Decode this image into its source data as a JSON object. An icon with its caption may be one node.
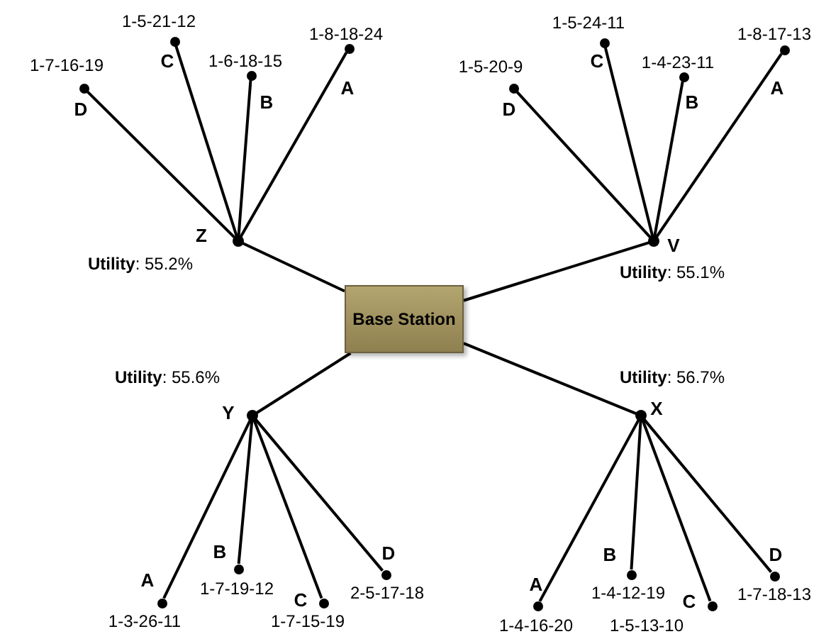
{
  "diagram": {
    "nodes": [
      {
        "text": [
          "Base Station"
        ]
      },
      {
        "text": [],
        "shape": "circle",
        "beside": [
          "Z",
          "**Utility**: 55.2%"
        ]
      },
      {
        "text": [],
        "shape": "circle",
        "beside": [
          "1-7-16-19",
          "D"
        ]
      },
      {
        "text": [],
        "shape": "circle",
        "beside": [
          "1-5-21-12",
          "C"
        ]
      },
      {
        "text": [],
        "shape": "circle",
        "beside": [
          "1-6-18-15",
          "B"
        ]
      },
      {
        "text": [],
        "shape": "circle",
        "beside": [
          "1-8-18-24",
          "A"
        ]
      },
      {
        "text": [],
        "shape": "circle",
        "beside": [
          "V",
          "**Utility**: 55.1%"
        ]
      },
      {
        "text": [],
        "shape": "circle",
        "beside": [
          "1-5-20-9",
          "D"
        ]
      },
      {
        "text": [],
        "shape": "circle",
        "beside": [
          "1-5-24-11",
          "C"
        ]
      },
      {
        "text": [],
        "shape": "circle",
        "beside": [
          "1-4-23-11",
          "B"
        ]
      },
      {
        "text": [],
        "shape": "circle",
        "beside": [
          "1-8-17-13",
          "A"
        ]
      },
      {
        "text": [],
        "shape": "circle",
        "beside": [
          "Y",
          "**Utility**: 55.6%"
        ]
      },
      {
        "text": [],
        "shape": "circle",
        "beside": [
          "1-3-26-11",
          "A"
        ]
      },
      {
        "text": [],
        "shape": "circle",
        "beside": [
          "1-7-19-12",
          "B"
        ]
      },
      {
        "text": [],
        "shape": "circle",
        "beside": [
          "1-7-15-19",
          "C"
        ]
      },
      {
        "text": [],
        "shape": "circle",
        "beside": [
          "2-5-17-18",
          "D"
        ]
      },
      {
        "text": [],
        "shape": "circle",
        "beside": [
          "X",
          "**Utility**: 56.7%"
        ]
      },
      {
        "text": [],
        "shape": "circle",
        "beside": [
          "1-4-16-20",
          "A"
        ]
      },
      {
        "text": [],
        "shape": "circle",
        "beside": [
          "1-4-12-19",
          "B"
        ]
      },
      {
        "text": [],
        "shape": "circle",
        "beside": [
          "1-5-13-10",
          "C"
        ]
      },
      {
        "text": [],
        "shape": "circle",
        "beside": [
          "1-7-18-13",
          "D"
        ]
      }
    ],
    "edges": [
      {
        "from": 1,
        "to": 0,
        "arrow": "none"
      },
      {
        "from": 6,
        "to": 0,
        "arrow": "none"
      },
      {
        "from": 11,
        "to": 0,
        "arrow": "none"
      },
      {
        "from": 16,
        "to": 0,
        "arrow": "none"
      },
      {
        "from": 1,
        "to": 2,
        "arrow": "none"
      },
      {
        "from": 1,
        "to": 3,
        "arrow": "none"
      },
      {
        "from": 1,
        "to": 4,
        "arrow": "none"
      },
      {
        "from": 1,
        "to": 5,
        "arrow": "none"
      },
      {
        "from": 6,
        "to": 7,
        "arrow": "none"
      },
      {
        "from": 6,
        "to": 8,
        "arrow": "none"
      },
      {
        "from": 6,
        "to": 9,
        "arrow": "none"
      },
      {
        "from": 6,
        "to": 10,
        "arrow": "none"
      },
      {
        "from": 11,
        "to": 12,
        "arrow": "none"
      },
      {
        "from": 11,
        "to": 13,
        "arrow": "none"
      },
      {
        "from": 11,
        "to": 14,
        "arrow": "none"
      },
      {
        "from": 11,
        "to": 15,
        "arrow": "none"
      },
      {
        "from": 16,
        "to": 17,
        "arrow": "none"
      },
      {
        "from": 16,
        "to": 18,
        "arrow": "none"
      },
      {
        "from": 16,
        "to": 19,
        "arrow": "none"
      },
      {
        "from": 16,
        "to": 20,
        "arrow": "none"
      }
    ]
  }
}
